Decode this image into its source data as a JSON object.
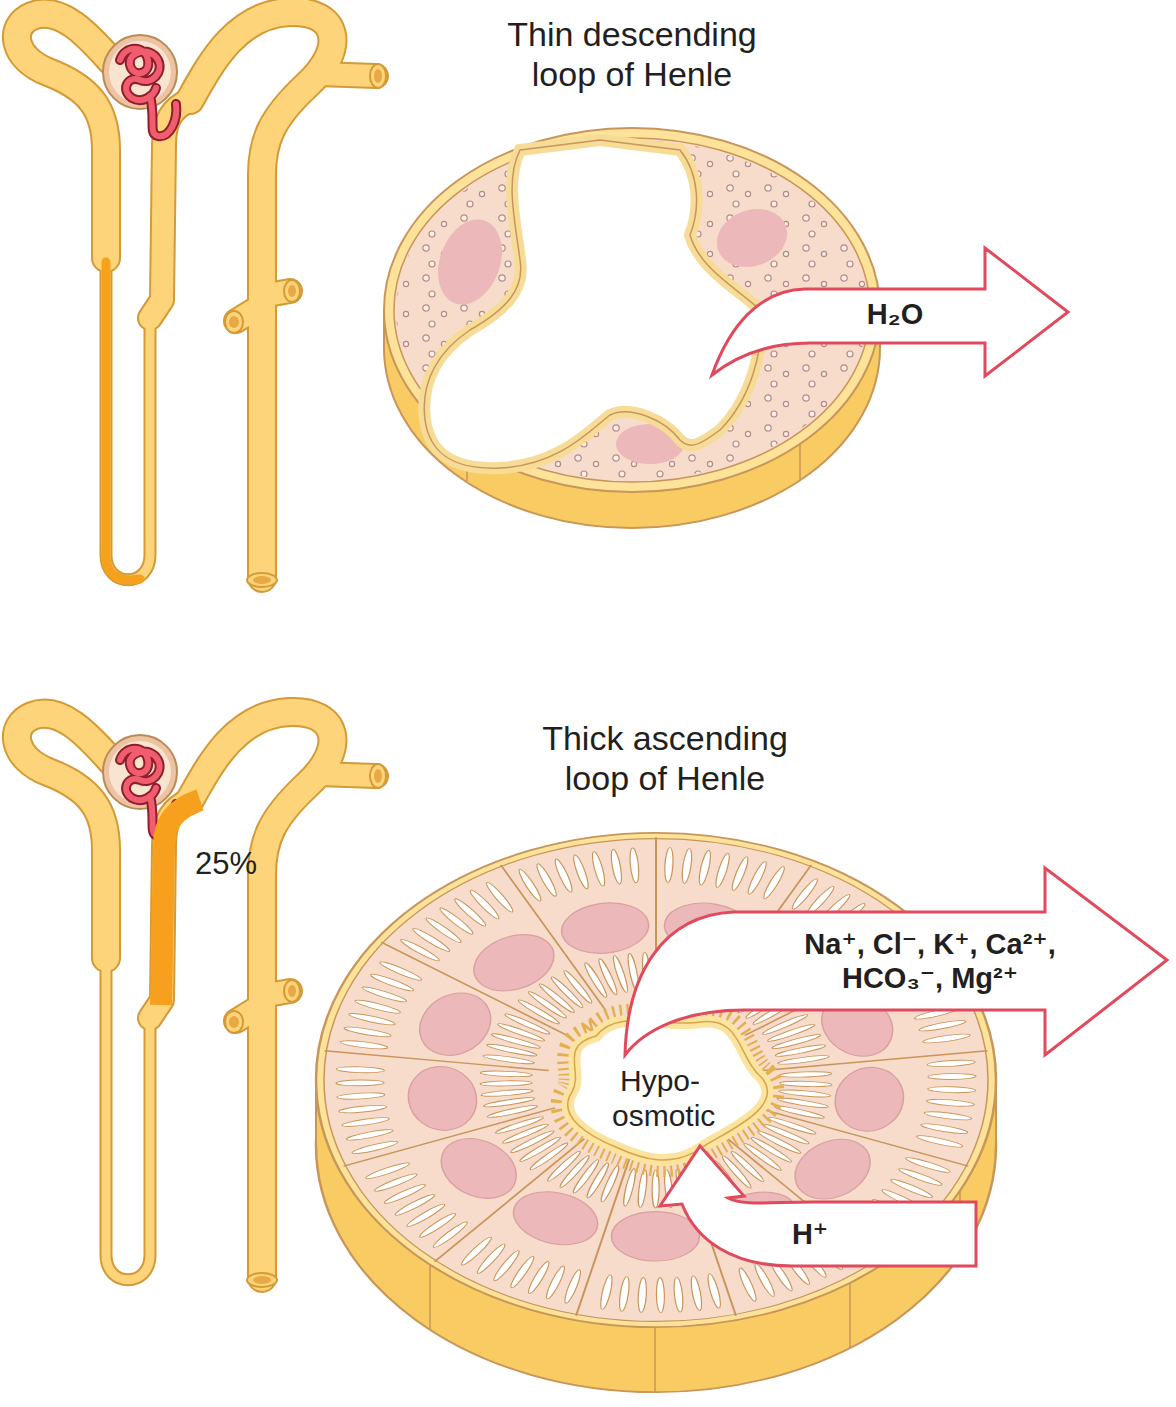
{
  "diagram": {
    "nodes": [
      {
        "text": [
          "Thin descending loop of Henle"
        ]
      },
      {
        "text": [
          "H₂O"
        ]
      },
      {
        "text": [
          "Thick ascending loop of Henle"
        ]
      },
      {
        "text": [
          "Hypo- osmotic"
        ],
        "in": 2
      },
      {
        "text": [
          "Na⁺, Cl⁻, K⁺, Ca²⁺, HCO₃⁻, Mg²⁺"
        ]
      },
      {
        "text": [
          "H⁺"
        ]
      }
    ],
    "labels": [
      "25%"
    ]
  }
}
